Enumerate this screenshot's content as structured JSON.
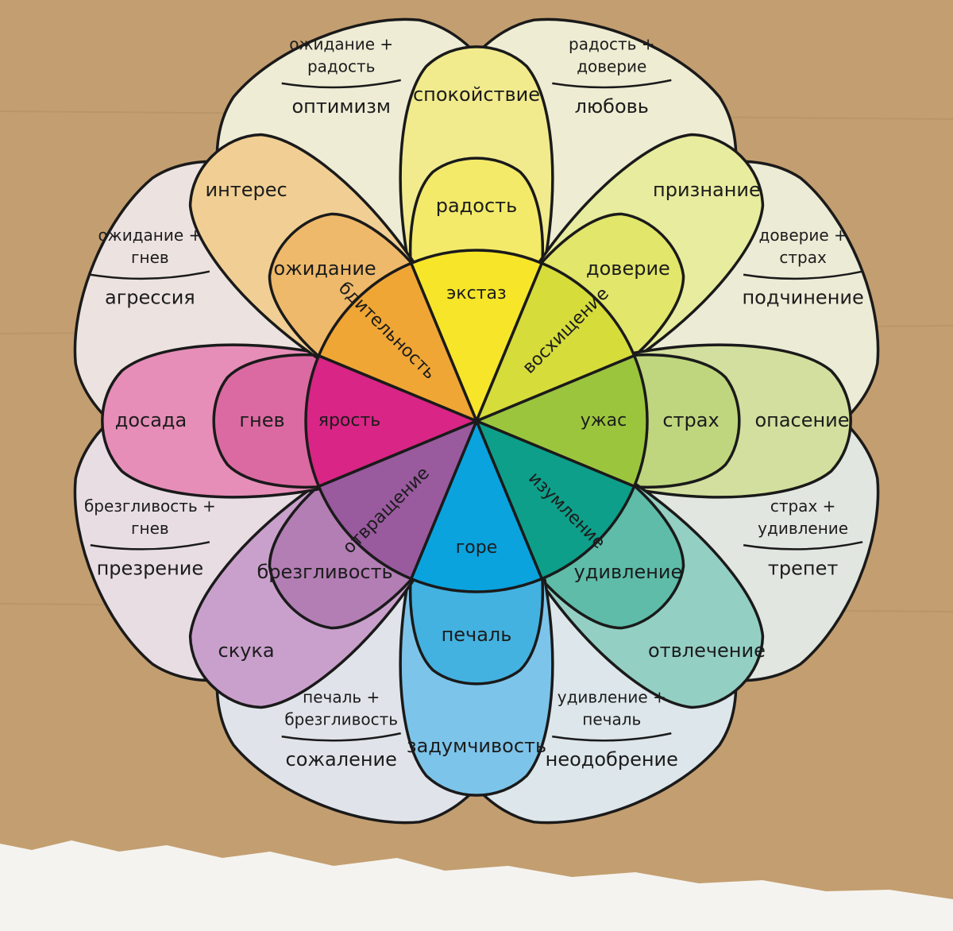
{
  "colors": {
    "background": "#c39e70",
    "paper_tear": "#f4f3ef",
    "outline": "#1a1a1a"
  },
  "outer_petals": [
    {
      "id": "optimism",
      "formula": [
        "ожидание +",
        "радость"
      ],
      "label": "оптимизм",
      "color": "#efecd6"
    },
    {
      "id": "love",
      "formula": [
        "радость +",
        "доверие"
      ],
      "label": "любовь",
      "color": "#eeecd2"
    },
    {
      "id": "submission",
      "formula": [
        "доверие +",
        "страх"
      ],
      "label": "подчинение",
      "color": "#ecebd6"
    },
    {
      "id": "awe",
      "formula": [
        "страх +",
        "удивление"
      ],
      "label": "трепет",
      "color": "#e2e6e0"
    },
    {
      "id": "disapproval",
      "formula": [
        "удивление +",
        "печаль"
      ],
      "label": "неодобрение",
      "color": "#dde6ea"
    },
    {
      "id": "remorse",
      "formula": [
        "печаль +",
        "брезгливость"
      ],
      "label": "сожаление",
      "color": "#e0e4ea"
    },
    {
      "id": "contempt",
      "formula": [
        "брезгливость +",
        "гнев"
      ],
      "label": "презрение",
      "color": "#e8dde3"
    },
    {
      "id": "aggression",
      "formula": [
        "ожидание +",
        "гнев"
      ],
      "label": "агрессия",
      "color": "#ece2e0"
    }
  ],
  "petals": [
    {
      "id": "joy",
      "outer": "спокойствие",
      "mid": "радость",
      "core": "экстаз",
      "c_out": "#f1eb8e",
      "c_mid": "#f3ea6a",
      "c_core": "#f7e52a"
    },
    {
      "id": "trust",
      "outer": "признание",
      "mid": "доверие",
      "core": "восхищение",
      "c_out": "#e8ec9e",
      "c_mid": "#e2e66a",
      "c_core": "#d6dc3a"
    },
    {
      "id": "fear",
      "outer": "опасение",
      "mid": "страх",
      "core": "ужас",
      "c_out": "#d3df9e",
      "c_mid": "#bfd67e",
      "c_core": "#9cc53e"
    },
    {
      "id": "surprise",
      "outer": "отвлечение",
      "mid": "удивление",
      "core": "изумление",
      "c_out": "#94cfc4",
      "c_mid": "#5ebca9",
      "c_core": "#0d9f8a"
    },
    {
      "id": "sadness",
      "outer": "задумчивость",
      "mid": "печаль",
      "core": "горе",
      "c_out": "#7dc4ea",
      "c_mid": "#43b2e0",
      "c_core": "#0aa3de"
    },
    {
      "id": "disgust",
      "outer": "скука",
      "mid": "брезгливость",
      "core": "отвращение",
      "c_out": "#c9a0cc",
      "c_mid": "#b27eb4",
      "c_core": "#995a9e"
    },
    {
      "id": "anger",
      "outer": "досада",
      "mid": "гнев",
      "core": "ярость",
      "c_out": "#e68eb8",
      "c_mid": "#dc6aa2",
      "c_core": "#d92585"
    },
    {
      "id": "anticipation",
      "outer": "интерес",
      "mid": "ожидание",
      "core": "бдительность",
      "c_out": "#f1cf94",
      "c_mid": "#eeb96a",
      "c_core": "#f0a635"
    }
  ]
}
